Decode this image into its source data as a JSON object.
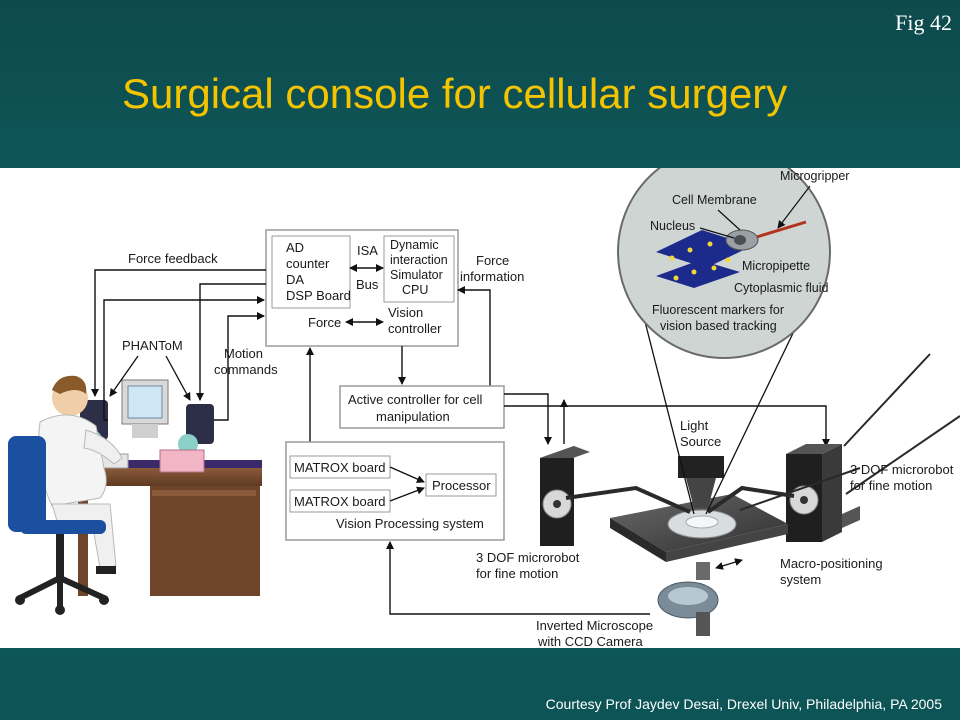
{
  "slide": {
    "fig_label": "Fig 42",
    "title": "Surgical console for cellular surgery",
    "credit": "Courtesy Prof Jaydev Desai, Drexel Univ, Philadelphia, PA 2005"
  },
  "colors": {
    "background": "#0f5e60",
    "title": "#f5c400",
    "panel": "#ffffff"
  },
  "diagram": {
    "force_feedback": "Force feedback",
    "phantom": "PHANToM",
    "motion_commands": [
      "Motion",
      "commands"
    ],
    "daq_box": [
      "AD",
      "counter",
      "DA",
      "DSP Board"
    ],
    "isa_bus": [
      "ISA",
      "Bus"
    ],
    "sim_box": [
      "Dynamic",
      "interaction",
      "Simulator",
      "CPU"
    ],
    "force": "Force",
    "vision_controller": [
      "Vision",
      "controller"
    ],
    "force_information": [
      "Force",
      "information"
    ],
    "active_controller": [
      "Active controller for cell",
      "manipulation"
    ],
    "matrox_1": "MATROX board",
    "matrox_2": "MATROX board",
    "processor": "Processor",
    "vision_processing": "Vision Processing system",
    "light_source": [
      "Light",
      "Source"
    ],
    "microrobot_left": [
      "3 DOF microrobot",
      "for fine motion"
    ],
    "microrobot_right": [
      "3 DOF microrobot",
      "for fine motion"
    ],
    "macro_positioning": [
      "Macro-positioning",
      "system"
    ],
    "microscope": [
      "Inverted Microscope",
      "with CCD Camera"
    ],
    "microgripper": "Microgripper",
    "cell_membrane": "Cell Membrane",
    "nucleus": "Nucleus",
    "micropipette": "Micropipette",
    "cytoplasmic_fluid": "Cytoplasmic fluid",
    "fluorescent_markers": [
      "Fluorescent markers for",
      "vision based tracking"
    ]
  }
}
